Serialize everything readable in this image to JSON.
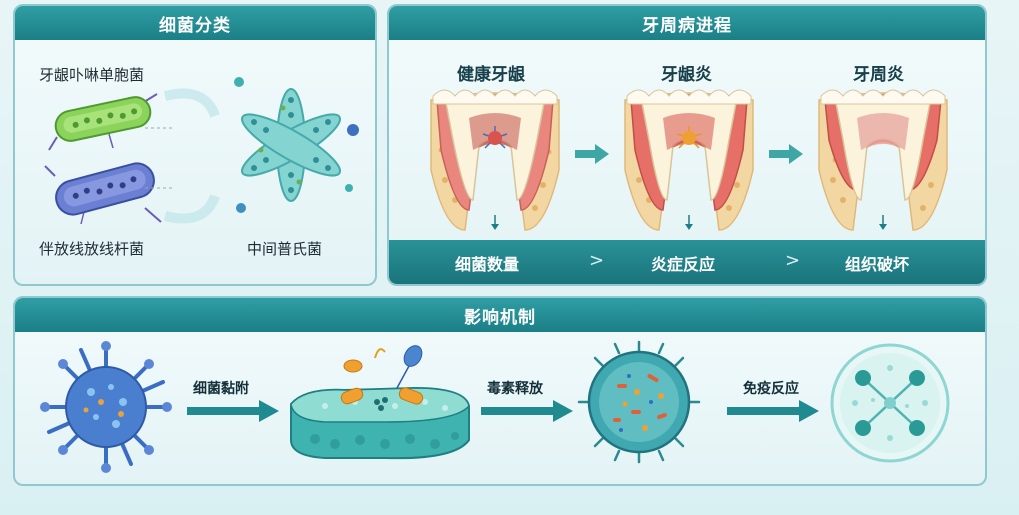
{
  "classification": {
    "title": "细菌分类",
    "bacteria": [
      {
        "name": "牙龈卟啉单胞菌"
      },
      {
        "name": "伴放线放线杆菌"
      },
      {
        "name": "中间普氏菌"
      }
    ]
  },
  "progression": {
    "title": "牙周病进程",
    "stages": [
      "健康牙龈",
      "牙龈炎",
      "牙周炎"
    ],
    "bar_items": [
      "细菌数量",
      "炎症反应",
      "组织破坏"
    ],
    "bar_separator": ">"
  },
  "mechanism": {
    "title": "影响机制",
    "steps": [
      "细菌黏附",
      "毒素释放",
      "免疫反应"
    ]
  },
  "colors": {
    "header": "#1b7f86",
    "accent": "#2a9298",
    "tooth_gum": "#e9867e",
    "tooth_enamel": "#fbf3dc",
    "bone": "#f3d7a2"
  }
}
